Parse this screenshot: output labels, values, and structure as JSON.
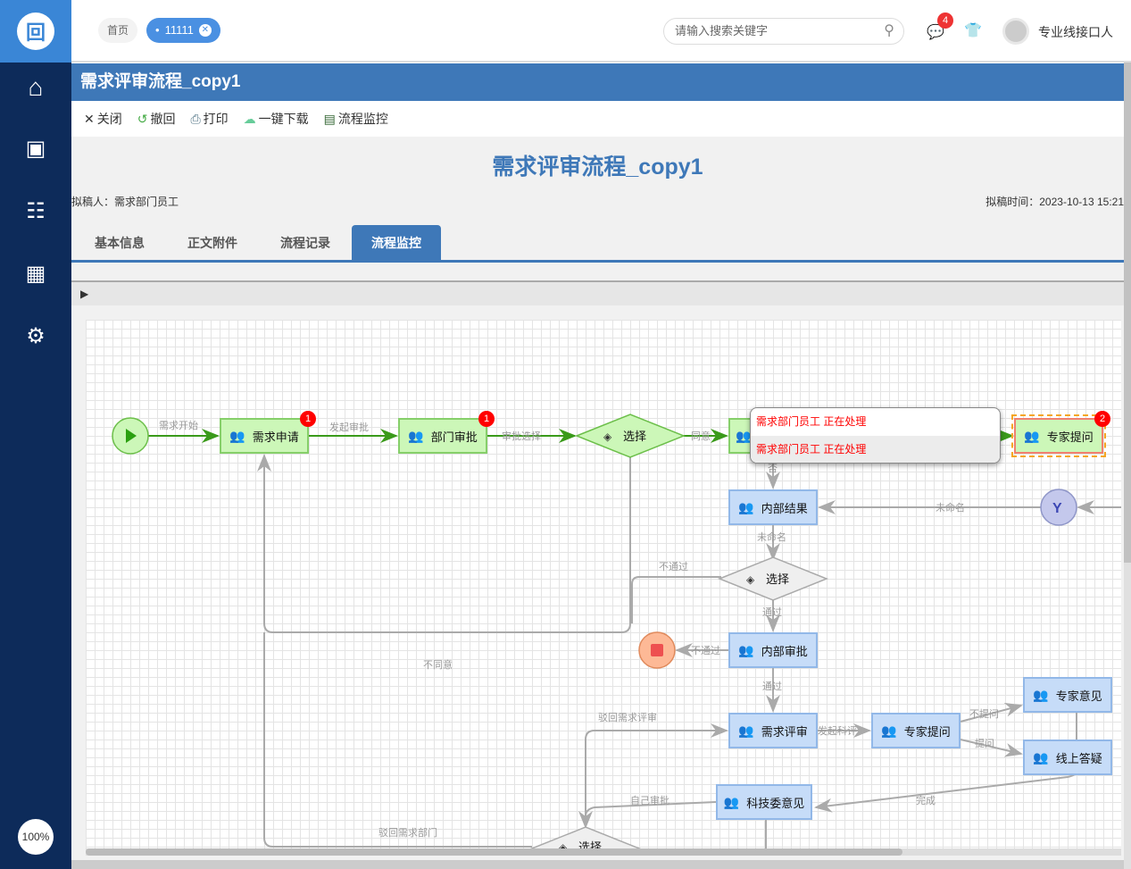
{
  "sidebar": {
    "logo": "回",
    "zoom": "100%",
    "items": [
      "home",
      "user-monitor",
      "news",
      "calendar",
      "user-settings"
    ]
  },
  "topbar": {
    "home_tab": "首页",
    "active_tab": "11111",
    "search_placeholder": "请输入搜索关键字",
    "msg_count": "4",
    "user": "专业线接口人"
  },
  "window": {
    "title": "需求评审流程_copy1"
  },
  "toolbar": {
    "close": "关闭",
    "revoke": "撤回",
    "print": "打印",
    "download": "一键下载",
    "monitor": "流程监控"
  },
  "form": {
    "title": "需求评审流程_copy1",
    "drafter": "拟稿人：需求部门员工",
    "draft_time": "拟稿时间：2023-10-13 15:21",
    "tabs": [
      "基本信息",
      "正文附件",
      "流程记录",
      "流程监控"
    ]
  },
  "flow": {
    "nodes": {
      "apply": "需求申请",
      "dept": "部门审批",
      "choice1": "选择",
      "expert_ask": "专家提问",
      "internal_result": "内部结果",
      "choice2": "选择",
      "internal_approve": "内部审批",
      "review": "需求评审",
      "expert_ask2": "专家提问",
      "expert_opinion": "专家意见",
      "online_qa": "线上答疑",
      "committee": "科技委意见",
      "choice3": "选择"
    },
    "badges": {
      "apply": "1",
      "dept": "1",
      "expert_ask": "2"
    },
    "edges": {
      "start": "需求开始",
      "launch": "发起审批",
      "approve_choice": "审批选择",
      "agree": "同意",
      "no": "否",
      "unnamed1": "未命名",
      "unnamed2": "未命名",
      "reject1": "不通过",
      "pass1": "通过",
      "reject2": "不通过",
      "pass2": "通过",
      "disagree": "不同意",
      "back_review": "驳回需求评审",
      "launch_review": "发起科评",
      "no_ask": "不提问",
      "ask": "提问",
      "done": "完成",
      "self_approve": "自己审批",
      "back_dept": "驳回需求部门"
    },
    "tooltip": [
      "需求部门员工 正在处理",
      "需求部门员工 正在处理"
    ]
  }
}
